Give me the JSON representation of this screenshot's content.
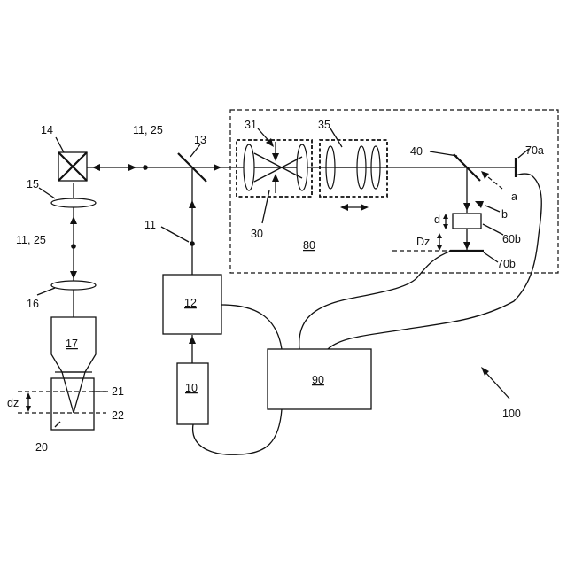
{
  "labels": {
    "l14": "14",
    "l15": "15",
    "l16": "16",
    "l17": "17",
    "l20": "20",
    "l21": "21",
    "l22": "22",
    "ldz": "dz",
    "l11_25_top": "11, 25",
    "l11_25_left": "11, 25",
    "l13": "13",
    "l11": "11",
    "l12": "12",
    "l10": "10",
    "l90": "90",
    "l80": "80",
    "l31": "31",
    "l30": "30",
    "l35": "35",
    "l40": "40",
    "l70a": "70a",
    "la": "a",
    "lb": "b",
    "ld": "d",
    "l60b": "60b",
    "lDz": "Dz",
    "l70b": "70b",
    "l100": "100"
  }
}
